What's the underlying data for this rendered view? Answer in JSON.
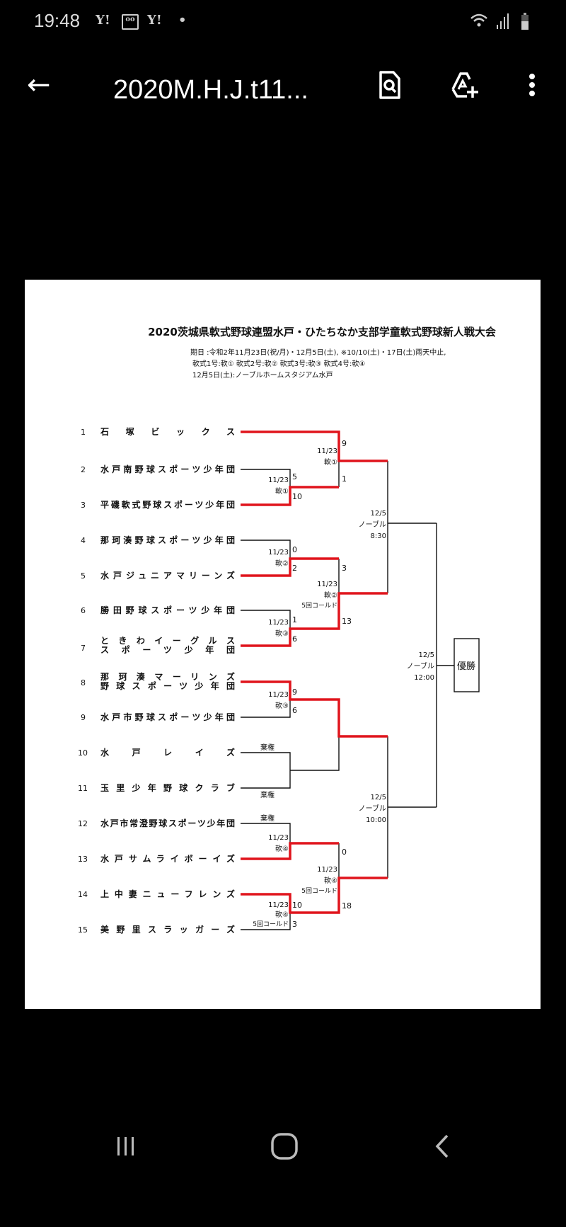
{
  "status_bar": {
    "time": "19:48",
    "icons": [
      "yahoo-icon",
      "voicemail-icon",
      "yahoo-icon",
      "dot-icon",
      "wifi-icon",
      "signal-icon",
      "battery-icon"
    ],
    "yahoo": "Y!",
    "dot": "•"
  },
  "app_bar": {
    "back_icon": "arrow-left-icon",
    "title": "2020M.H.J.t11...",
    "actions": [
      "search-document-icon",
      "add-to-drive-icon",
      "more-vert-icon"
    ]
  },
  "document": {
    "title": "2020茨城県軟式野球連盟水戸・ひたちなか支部学童軟式野球新人戦大会",
    "info_line1": "期日 :令和2年11月23日(祝/月)・12月5日(土), ※10/10(土)・17日(土)雨天中止,",
    "info_line2": "軟式1号:軟①  軟式2号:軟②  軟式3号:軟③  軟式4号:軟④",
    "info_line3": "12月5日(土):ノーブルホームスタジアム水戸",
    "champion": "優勝",
    "teams": [
      {
        "seed": "1",
        "name": "石塚ビックス"
      },
      {
        "seed": "2",
        "name": "水戸南野球スポーツ少年団"
      },
      {
        "seed": "3",
        "name": "平磯軟式野球スポーツ少年団"
      },
      {
        "seed": "4",
        "name": "那珂湊野球スポーツ少年団"
      },
      {
        "seed": "5",
        "name": "水戸ジュニアマリーンズ"
      },
      {
        "seed": "6",
        "name": "勝田野球スポーツ少年団"
      },
      {
        "seed": "7",
        "name": "ときわイーグルス",
        "name2": "スポーツ少年団"
      },
      {
        "seed": "8",
        "name": "那珂湊マーリンズ",
        "name2": "野球スポーツ少年団"
      },
      {
        "seed": "9",
        "name": "水戸市野球スポーツ少年団"
      },
      {
        "seed": "10",
        "name": "水戸レイズ"
      },
      {
        "seed": "11",
        "name": "玉里少年野球クラブ"
      },
      {
        "seed": "12",
        "name": "水戸市常澄野球スポーツ少年団"
      },
      {
        "seed": "13",
        "name": "水戸サムライボーイズ"
      },
      {
        "seed": "14",
        "name": "上中妻ニューフレンズ"
      },
      {
        "seed": "15",
        "name": "美野里スラッガーズ"
      }
    ],
    "matches": {
      "m2v3": {
        "date": "11/23",
        "field": "軟①",
        "top": "5",
        "bottom": "10"
      },
      "m1vw": {
        "date": "11/23",
        "field": "軟①",
        "top": "9",
        "bottom": "1"
      },
      "m4v5": {
        "date": "11/23",
        "field": "軟②",
        "top": "0",
        "bottom": "2"
      },
      "m6v7": {
        "date": "11/23",
        "field": "軟③",
        "top": "1",
        "bottom": "6"
      },
      "mq2": {
        "date": "11/23",
        "field": "軟②",
        "note": "5回コールド",
        "top": "3",
        "bottom": "13"
      },
      "semi1": {
        "date": "12/5",
        "field": "ノーブル",
        "time": "8:30"
      },
      "m8v9": {
        "date": "11/23",
        "field": "軟③",
        "top": "9",
        "bottom": "6"
      },
      "m10v11": {
        "top": "棄権",
        "bottom": "棄権"
      },
      "m12v13": {
        "date": "11/23",
        "field": "軟④",
        "forfeit": "棄権"
      },
      "m14v15": {
        "date": "11/23",
        "field": "軟④",
        "note": "5回コールド",
        "top": "10",
        "bottom": "3"
      },
      "mq4": {
        "date": "11/23",
        "field": "軟④",
        "note": "5回コールド",
        "top": "0",
        "bottom": "18"
      },
      "semi2": {
        "date": "12/5",
        "field": "ノーブル",
        "time": "10:00"
      },
      "final": {
        "date": "12/5",
        "field": "ノーブル",
        "time": "12:00"
      }
    }
  },
  "nav_bar": {
    "buttons": [
      "recents-icon",
      "home-icon",
      "back-icon"
    ]
  }
}
